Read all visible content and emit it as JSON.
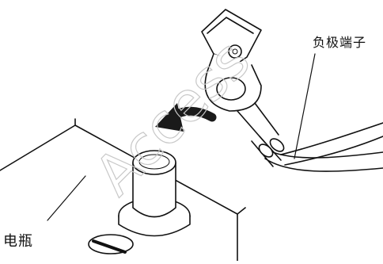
{
  "labels": {
    "negative_terminal": "负极端子",
    "battery": "电瓶"
  },
  "watermark": {
    "text": "Access"
  },
  "colors": {
    "line": "#111111",
    "fill": "#ffffff",
    "arrow": "#1a1a1a",
    "watermark": "#c8c8c8"
  }
}
